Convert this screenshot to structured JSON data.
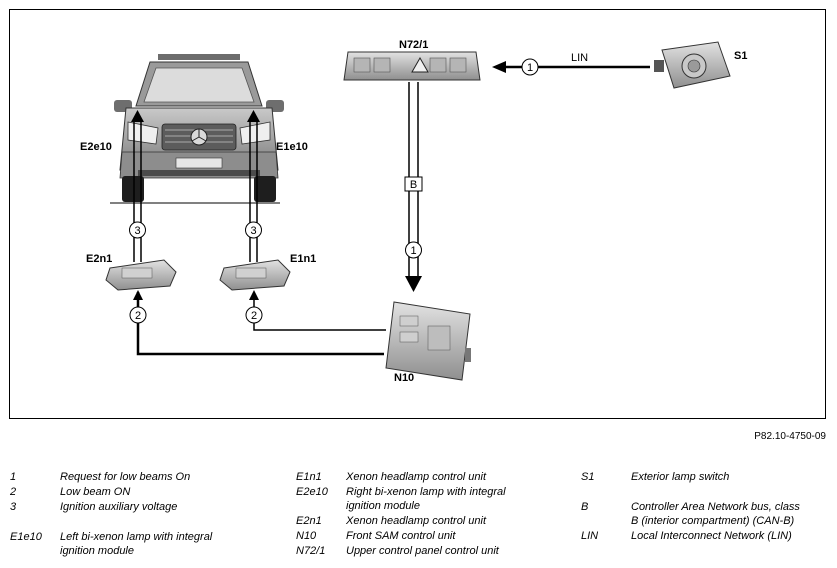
{
  "diagram": {
    "labels": {
      "n72": "N72/1",
      "s1": "S1",
      "lin": "LIN",
      "bus_b": "B",
      "e2e10": "E2e10",
      "e1e10": "E1e10",
      "e2n1": "E2n1",
      "e1n1": "E1n1",
      "n10": "N10"
    },
    "signals": {
      "lin_signal": "1",
      "can_signal": "1",
      "left_voltage": "3",
      "right_voltage": "3",
      "left_low_beam": "2",
      "right_low_beam": "2"
    }
  },
  "reference_code": "P82.10-4750-09",
  "legend": {
    "col1": [
      {
        "key": "1",
        "text": "Request for low beams On"
      },
      {
        "key": "2",
        "text": "Low beam ON"
      },
      {
        "key": "3",
        "text": "Ignition auxiliary voltage"
      },
      {
        "key": "E1e10",
        "text": "Left bi-xenon lamp with integral",
        "text2": "ignition module"
      }
    ],
    "col2": [
      {
        "key": "E1n1",
        "text": "Xenon headlamp control unit"
      },
      {
        "key": "E2e10",
        "text": "Right bi-xenon lamp with integral",
        "text2": "ignition module"
      },
      {
        "key": "E2n1",
        "text": "Xenon headlamp control unit"
      },
      {
        "key": "N10",
        "text": "Front SAM control unit"
      },
      {
        "key": "N72/1",
        "text": "Upper control panel control unit"
      }
    ],
    "col3": [
      {
        "key": "S1",
        "text": "Exterior lamp switch"
      },
      {
        "key": "B",
        "text": "Controller Area Network bus, class",
        "text2": "B (interior compartment) (CAN-B)"
      },
      {
        "key": "LIN",
        "text": "Local Interconnect Network (LIN)"
      }
    ]
  }
}
